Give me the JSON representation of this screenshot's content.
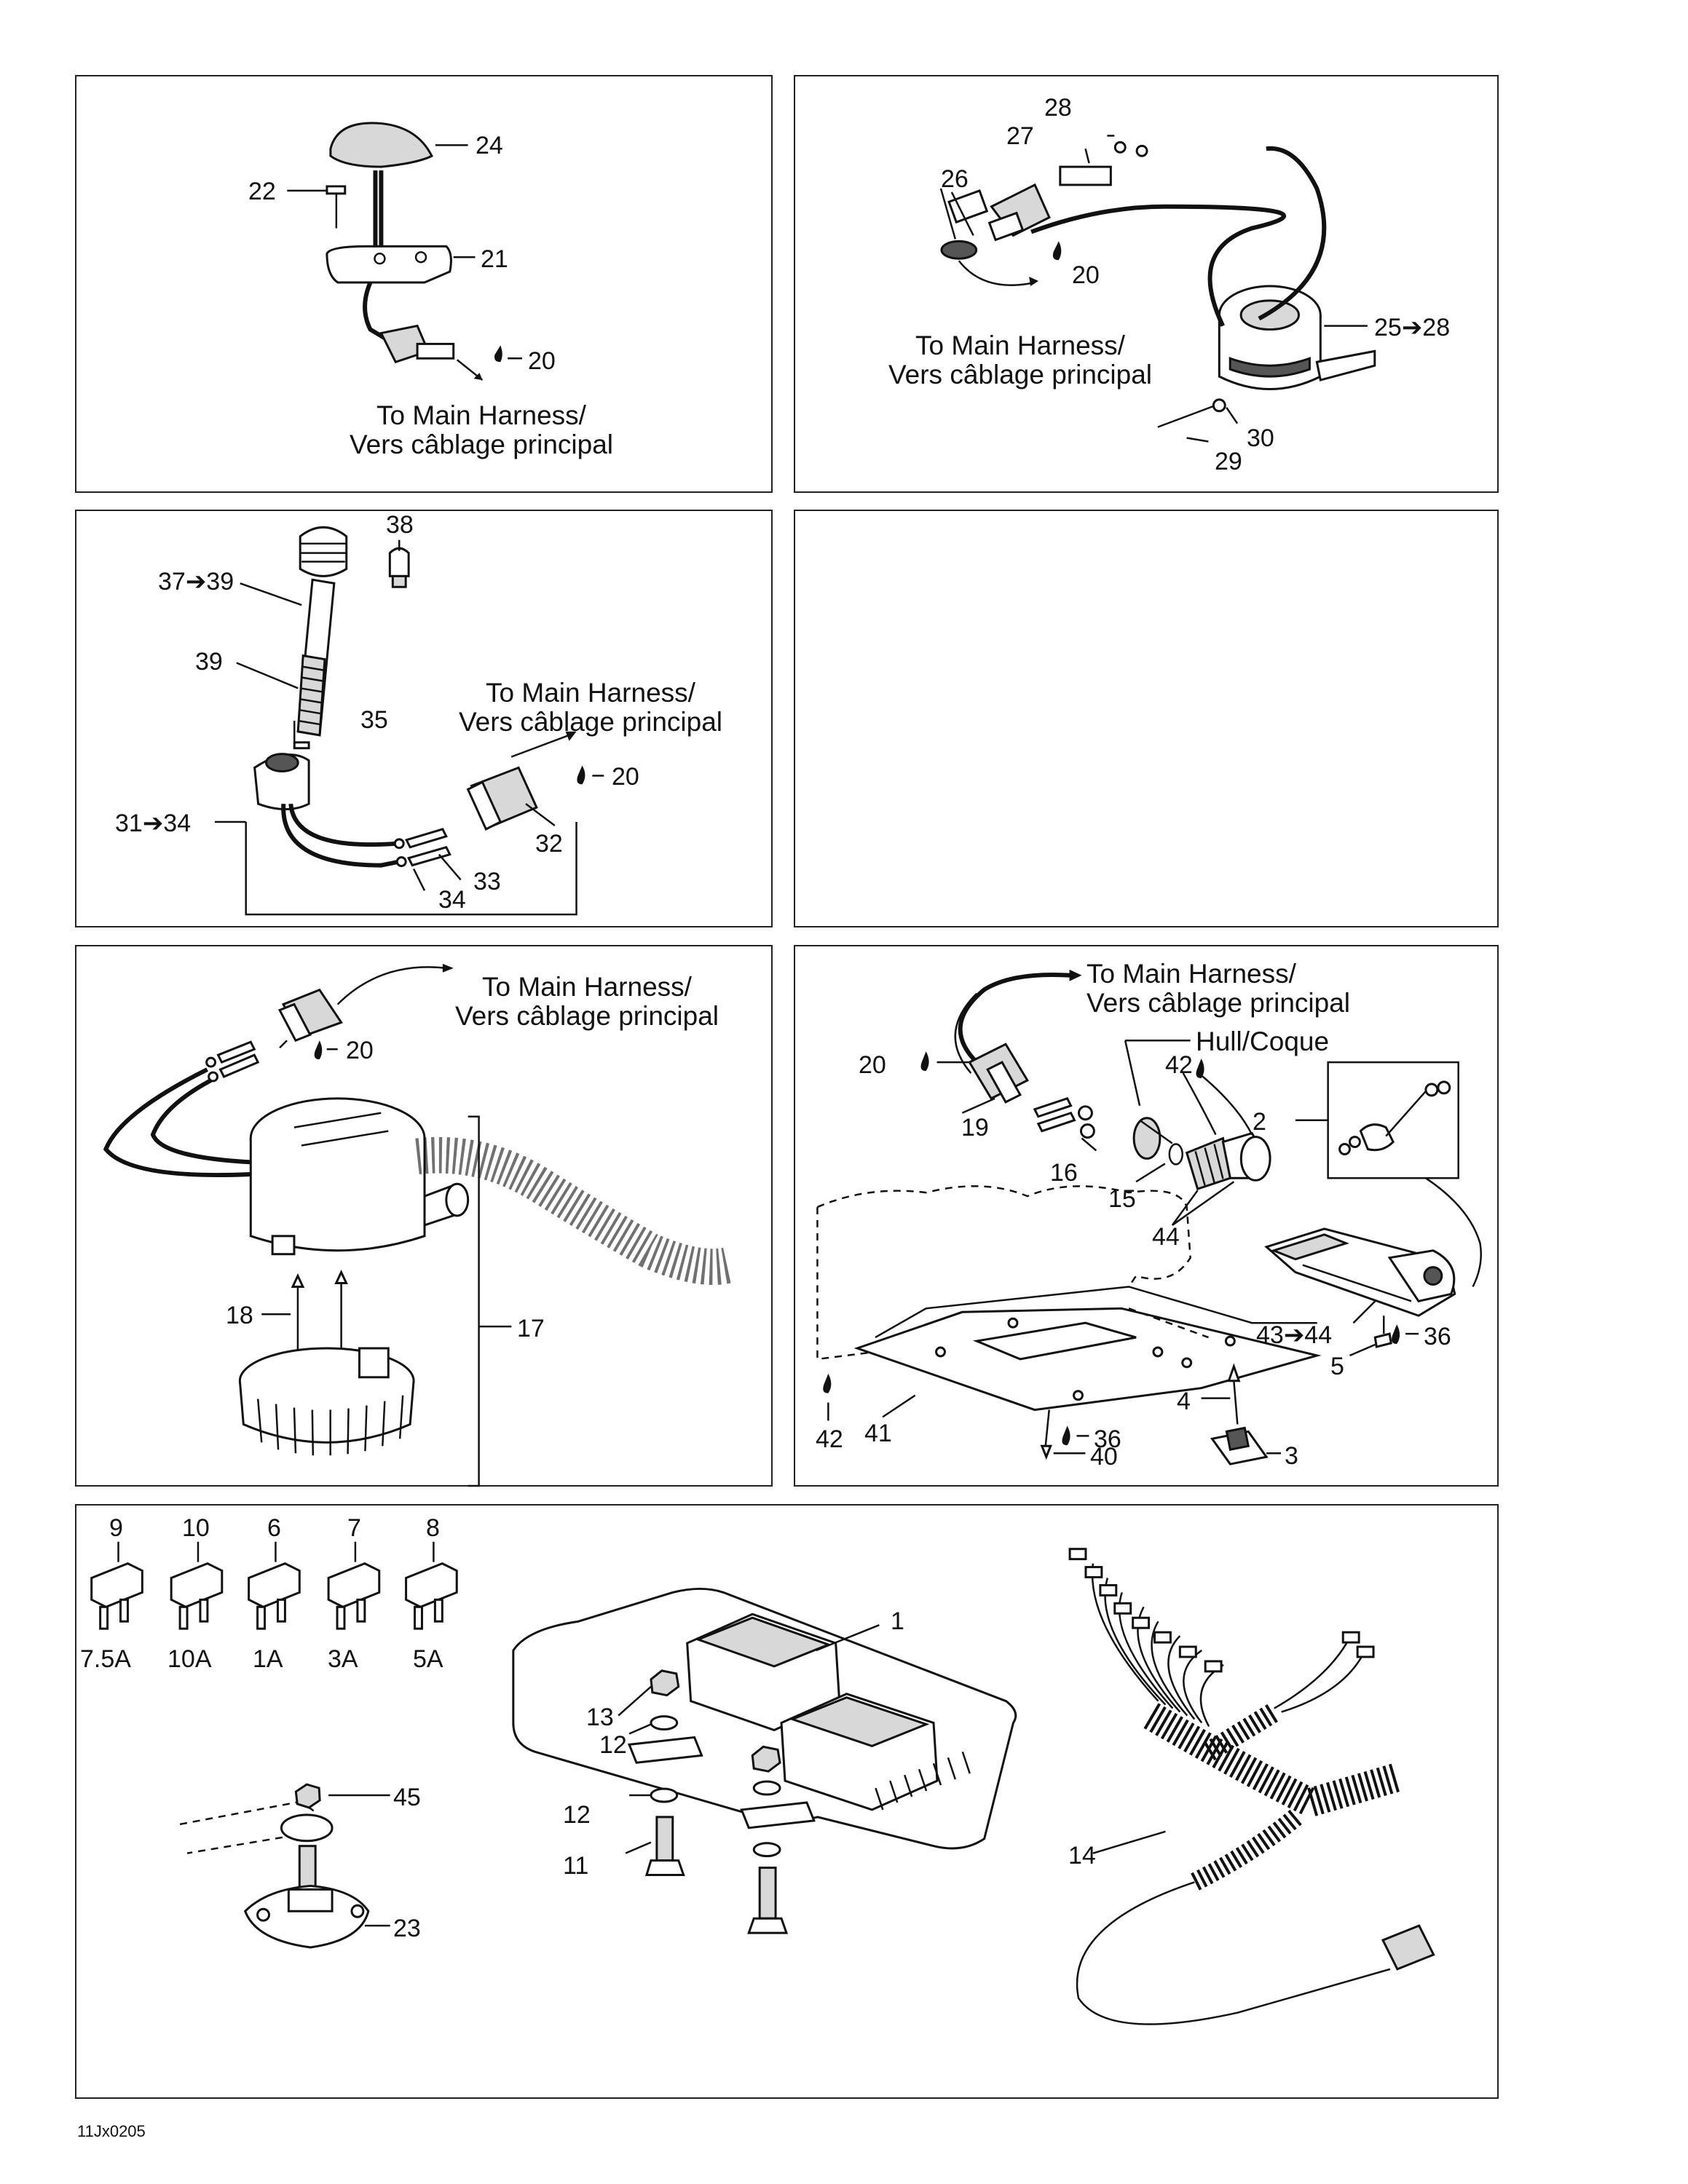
{
  "colors": {
    "line": "#111111",
    "background": "#ffffff",
    "fill_grey": "#d8d8d8"
  },
  "notes": {
    "to_main_harness": "To Main Harness/",
    "vers_cablage": "Vers câblage principal",
    "hull": "Hull/Coque"
  },
  "panel1": {
    "labels": {
      "p24": "24",
      "p22": "22",
      "p21": "21",
      "p20": "20"
    }
  },
  "panel2": {
    "labels": {
      "p28": "28",
      "p27": "27",
      "p26": "26",
      "p20": "20",
      "p25": "25➔28",
      "p30": "30",
      "p29": "29"
    }
  },
  "panel3": {
    "labels": {
      "p38": "38",
      "p37": "37➔39",
      "p39": "39",
      "p35": "35",
      "p20": "20",
      "p31": "31➔34",
      "p32": "32",
      "p33": "33",
      "p34": "34"
    }
  },
  "panel5": {
    "labels": {
      "p20": "20",
      "p18": "18",
      "p17": "17"
    }
  },
  "panel6": {
    "labels": {
      "p20": "20",
      "p19": "19",
      "p42a": "42",
      "p2": "2",
      "p16": "16",
      "p15": "15",
      "p44": "44",
      "p43": "43➔44",
      "p36a": "36",
      "p5": "5",
      "p4": "4",
      "p3": "3",
      "p36b": "36",
      "p40": "40",
      "p41": "41",
      "p42b": "42"
    }
  },
  "panel7": {
    "fuses": [
      {
        "number": "9",
        "rating": "7.5A"
      },
      {
        "number": "10",
        "rating": "10A"
      },
      {
        "number": "6",
        "rating": "1A"
      },
      {
        "number": "7",
        "rating": "3A"
      },
      {
        "number": "8",
        "rating": "5A"
      }
    ],
    "labels": {
      "p1": "1",
      "p13": "13",
      "p12a": "12",
      "p12b": "12",
      "p11": "11",
      "p14": "14",
      "p45": "45",
      "p23": "23"
    }
  },
  "image_code": "11Jx0205"
}
